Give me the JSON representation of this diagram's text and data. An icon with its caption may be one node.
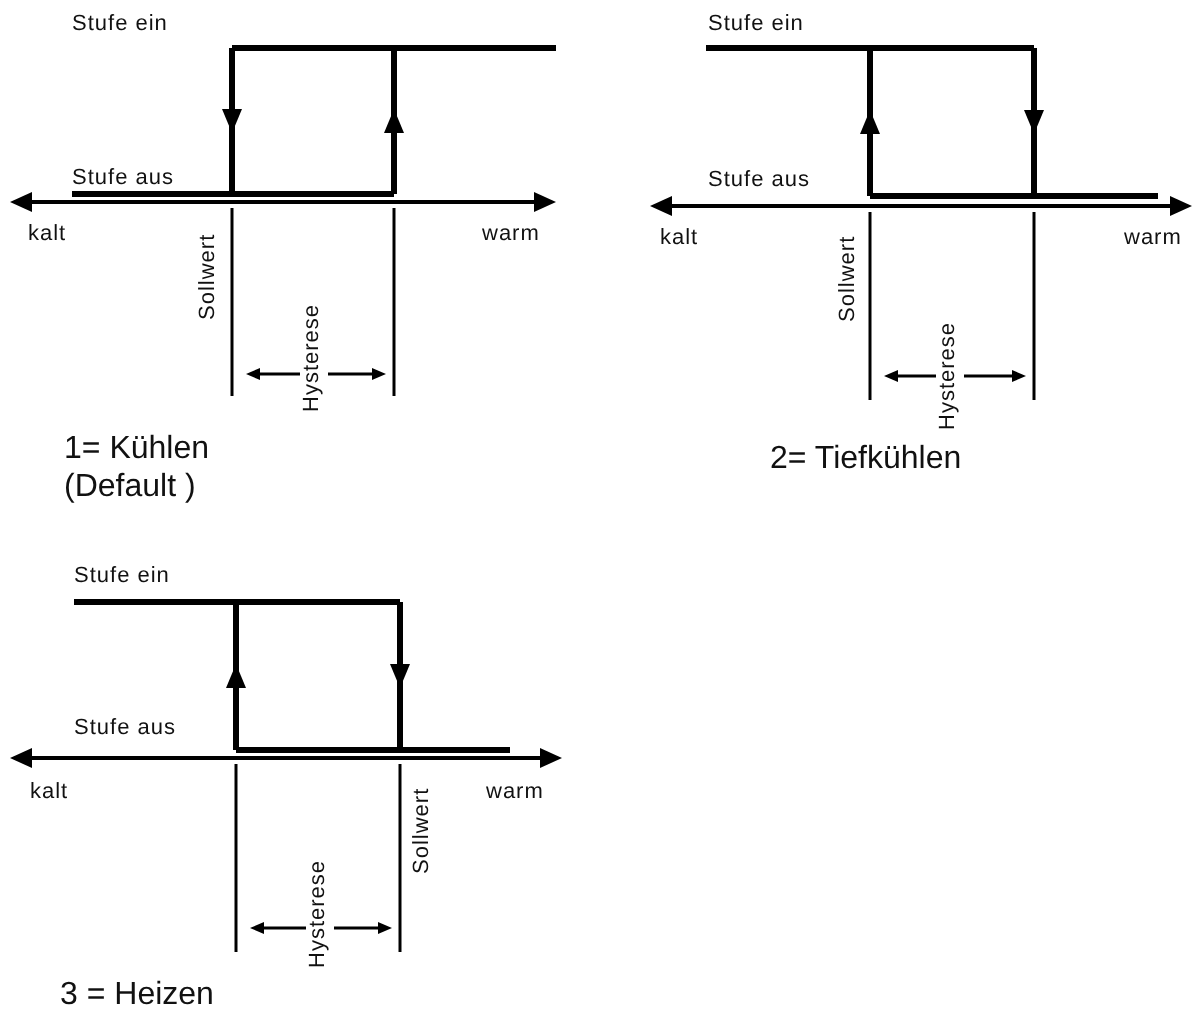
{
  "diagram": {
    "labels": [
      "Stufe ein",
      "Stufe aus",
      "kalt",
      "warm",
      "Sollwert",
      "Hysterese",
      "1= Kühlen",
      "(Default )",
      "Stufe ein",
      "Stufe aus",
      "kalt",
      "warm",
      "Sollwert",
      "Hysterese",
      "2= Tiefkühlen",
      "Stufe ein",
      "Stufe aus",
      "kalt",
      "warm",
      "Sollwert",
      "Hysterese",
      "3 = Heizen"
    ]
  }
}
